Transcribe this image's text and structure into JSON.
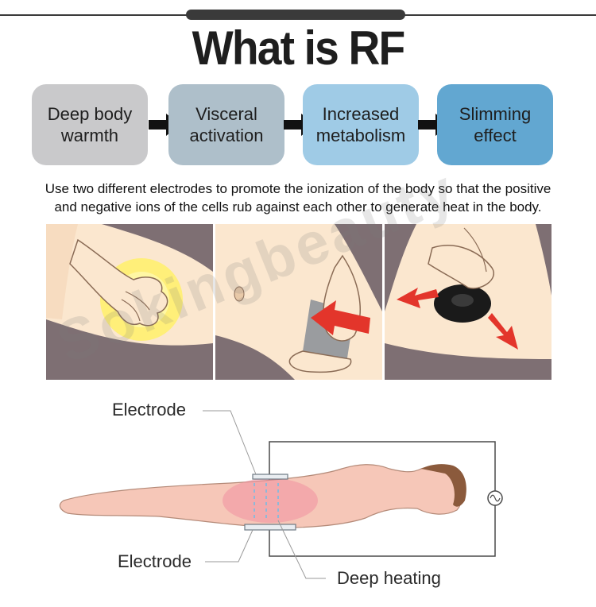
{
  "title": "What is RF",
  "steps": [
    {
      "line1": "Deep body",
      "line2": "warmth",
      "color": "#c9c9cb"
    },
    {
      "line1": "Visceral",
      "line2": "activation",
      "color": "#aebfca"
    },
    {
      "line1": "Increased",
      "line2": "metabolism",
      "color": "#9fcbe6"
    },
    {
      "line1": "Slimming",
      "line2": "effect",
      "color": "#62a7d1"
    }
  ],
  "description": {
    "line1": "Use two different electrodes to promote the ionization of the body so that the positive",
    "line2": "and negative ions of the cells rub against each other to generate heat in the body."
  },
  "watermark": "Sokingbeauty",
  "diagram": {
    "top_label": "Electrode",
    "bottom_label": "Electrode",
    "heating_label": "Deep heating"
  },
  "colors": {
    "skin": "#fbe7cf",
    "shadow": "#7e6f73",
    "arrow_red": "#e3352b",
    "glow": "#fff06a"
  }
}
